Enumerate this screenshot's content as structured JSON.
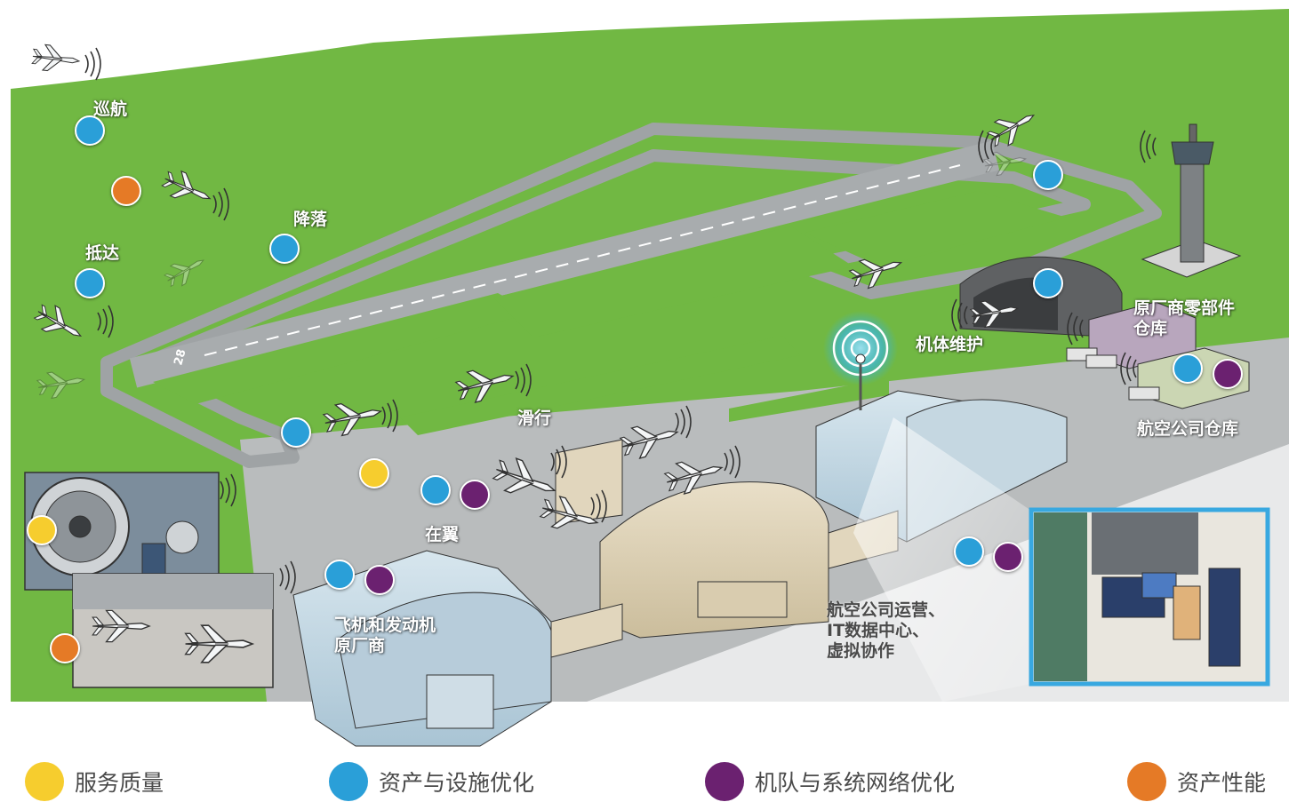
{
  "colors": {
    "service_quality": "#f6cd2e",
    "asset_facility": "#2a9fd8",
    "fleet_network": "#6b2170",
    "asset_performance": "#e57a26",
    "grass": "#71b843",
    "tarmac": "#b9bcbd"
  },
  "labels": {
    "cruise": "巡航",
    "landing": "降落",
    "arrival": "抵达",
    "taxi": "滑行",
    "on_wing": "在翼",
    "airframe_mro": "机体维护",
    "oem_parts_warehouse": "原厂商零部件\n仓库",
    "airline_warehouse": "航空公司仓库",
    "oem": "飞机和发动机\n原厂商",
    "operations": "航空公司运营、\nIT数据中心、\n虚拟协作",
    "runway_number": "28"
  },
  "legend": [
    {
      "label": "服务质量",
      "color": "#f6cd2e"
    },
    {
      "label": "资产与设施优化",
      "color": "#2a9fd8"
    },
    {
      "label": "机队与系统网络优化",
      "color": "#6b2170"
    },
    {
      "label": "资产性能",
      "color": "#e57a26"
    }
  ],
  "icons": [
    "airplane-icon",
    "signal-waves-icon",
    "control-tower-icon",
    "hangar-icon",
    "truck-icon",
    "radio-antenna-icon",
    "jet-engine-icon",
    "operator-workstation-icon"
  ]
}
